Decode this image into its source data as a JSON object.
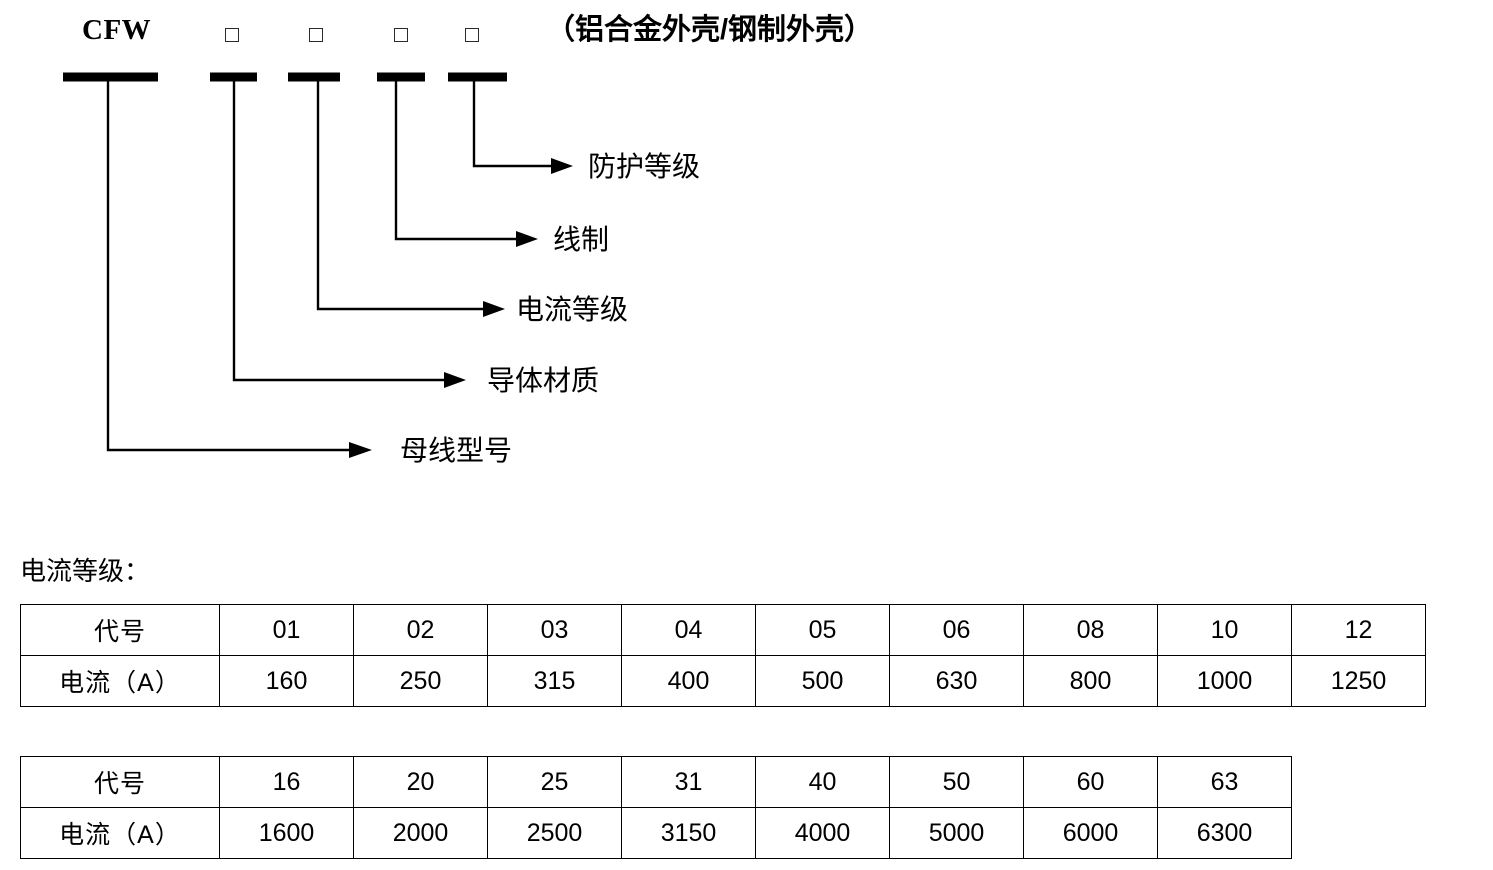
{
  "model_code": {
    "prefix": "CFW",
    "boxes": [
      "□",
      "□",
      "□",
      "□"
    ],
    "suffix": "（铝合金外壳/钢制外壳）"
  },
  "diagram": {
    "labels": [
      {
        "id": "protection-grade",
        "text": "防护等级"
      },
      {
        "id": "wiring-system",
        "text": "线制"
      },
      {
        "id": "current-grade",
        "text": "电流等级"
      },
      {
        "id": "conductor-material",
        "text": "导体材质"
      },
      {
        "id": "busway-model",
        "text": "母线型号"
      }
    ]
  },
  "current_grade_section": {
    "caption": "电流等级：",
    "row_headers": {
      "code": "代号",
      "current": "电流（A）"
    },
    "table_1": {
      "codes": [
        "01",
        "02",
        "03",
        "04",
        "05",
        "06",
        "08",
        "10",
        "12"
      ],
      "currents": [
        "160",
        "250",
        "315",
        "400",
        "500",
        "630",
        "800",
        "1000",
        "1250"
      ]
    },
    "table_2": {
      "codes": [
        "16",
        "20",
        "25",
        "31",
        "40",
        "50",
        "60",
        "63"
      ],
      "currents": [
        "1600",
        "2000",
        "2500",
        "3150",
        "4000",
        "5000",
        "6000",
        "6300"
      ]
    }
  },
  "colors": {
    "ink": "#000000",
    "page": "#ffffff"
  }
}
